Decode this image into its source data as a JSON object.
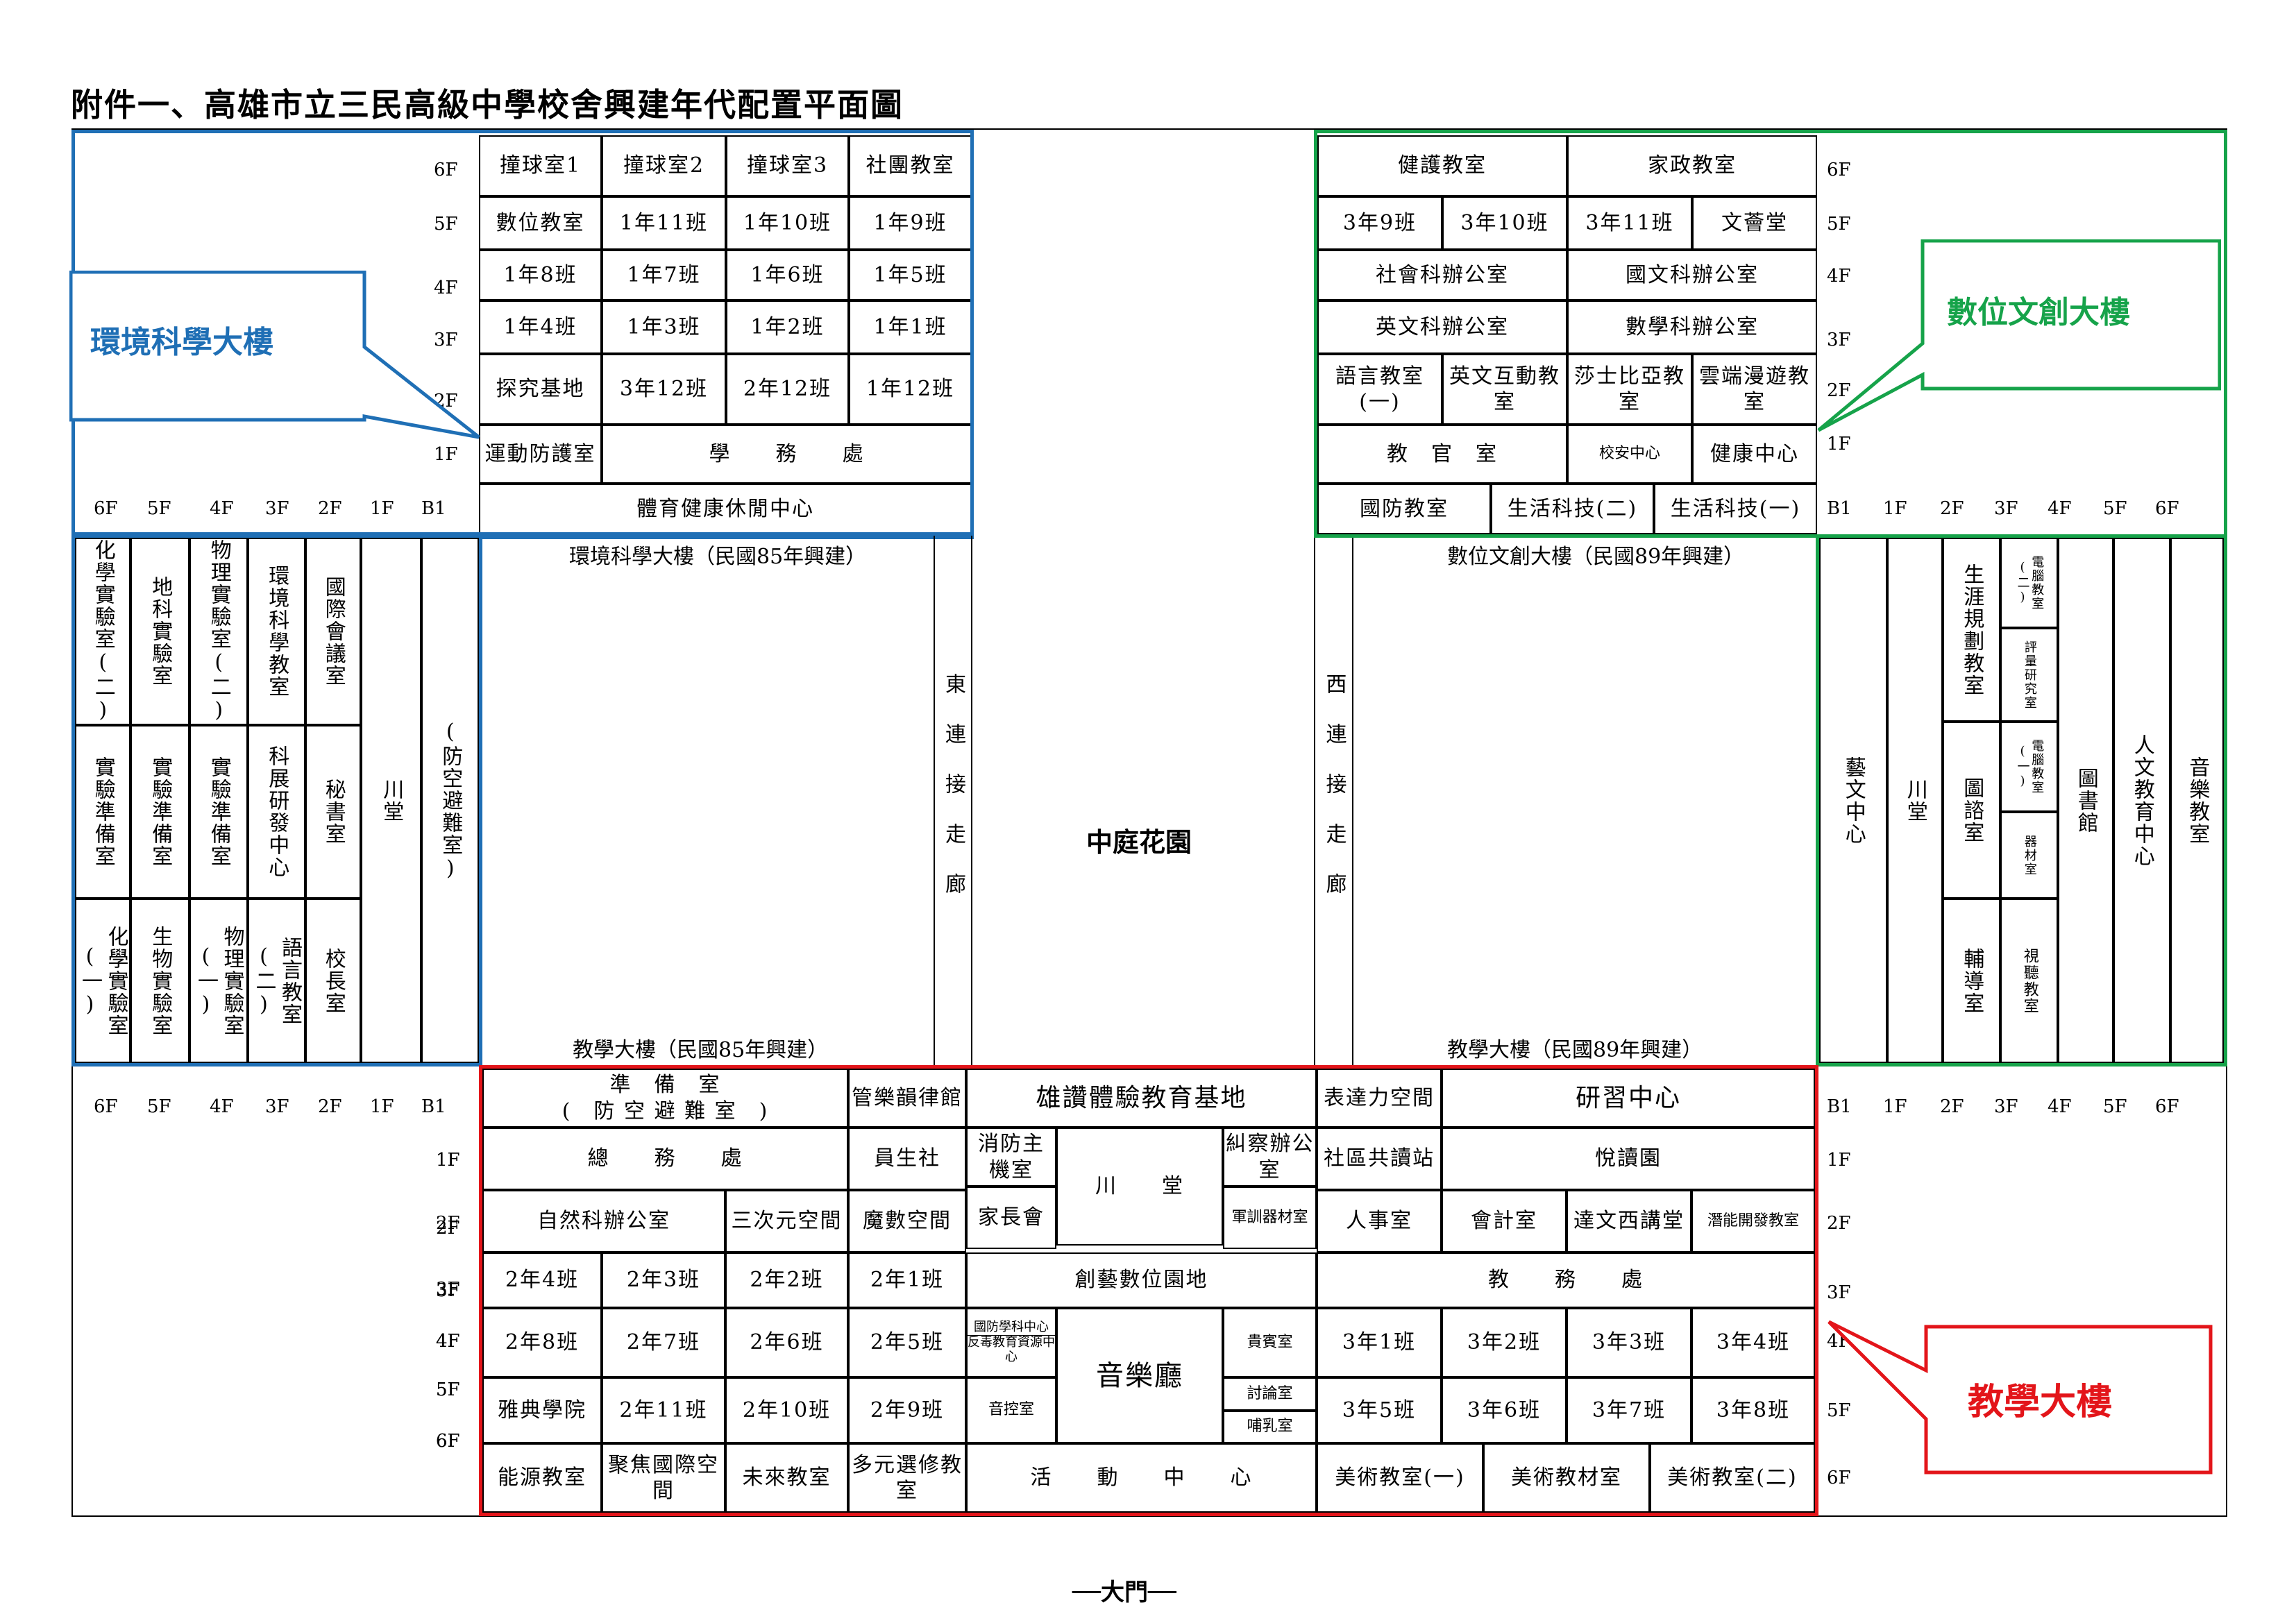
{
  "title": "附件一、高雄市立三民高級中學校舍興建年代配置平面圖",
  "gate": "──大門──",
  "courtyard": "中庭花園",
  "callouts": {
    "env": "環境科學大樓",
    "digital": "數位文創大樓",
    "teach": "教學大樓"
  },
  "floors": {
    "6F": "6F",
    "5F": "5F",
    "4F": "4F",
    "3F": "3F",
    "2F": "2F",
    "1F": "1F",
    "B1": "B1"
  },
  "env": {
    "r6": [
      "撞球室1",
      "撞球室2",
      "撞球室3",
      "社團教室"
    ],
    "r5": [
      "數位教室",
      "1年11班",
      "1年10班",
      "1年9班"
    ],
    "r4": [
      "1年8班",
      "1年7班",
      "1年6班",
      "1年5班"
    ],
    "r3": [
      "1年4班",
      "1年3班",
      "1年2班",
      "1年1班"
    ],
    "r2": [
      "探究基地",
      "3年12班",
      "2年12班",
      "1年12班"
    ],
    "r1a": "運動防護室",
    "r1b": "學　　務　　處",
    "b1": "體育健康休閒中心",
    "built": "環境科學大樓（民國85年興建）",
    "teachbuilt": "教學大樓（民國85年興建）",
    "eastcorridor": "東連接走廊"
  },
  "west": {
    "top": [
      "化學實驗室(二)",
      "地科實驗室",
      "物理實驗室(二)",
      "環境科學教室",
      "國際會議室"
    ],
    "mid": [
      "實驗準備室",
      "實驗準備室",
      "實驗準備室",
      "科展研發中心",
      "秘書室"
    ],
    "bot": [
      "化學實驗室(一)",
      "生物實驗室",
      "物理實驗室(一)",
      "語言教室(二)",
      "校長室"
    ],
    "chuan": "川堂",
    "shelter": "(防空避難室)"
  },
  "dig": {
    "r6": [
      "健護教室",
      "家政教室"
    ],
    "r5": [
      "3年9班",
      "3年10班",
      "3年11班",
      "文薈堂"
    ],
    "r4": [
      "社會科辦公室",
      "國文科辦公室"
    ],
    "r3": [
      "英文科辦公室",
      "數學科辦公室"
    ],
    "r2": [
      "語言教室(一)",
      "英文互動教室",
      "莎士比亞教室",
      "雲端漫遊教室"
    ],
    "r1": [
      "教　官　室",
      "校安中心",
      "健康中心"
    ],
    "b1": [
      "國防教室",
      "生活科技(二)",
      "生活科技(一)"
    ],
    "built": "數位文創大樓（民國89年興建）",
    "teachbuilt": "教學大樓（民國89年興建）",
    "westcorridor": "西連接走廊"
  },
  "east": {
    "art": "藝文中心",
    "chuan": "川堂",
    "career": "生涯規劃教室",
    "comp2": "電腦教室(二)",
    "eval": "評量研究室",
    "comp1": "電腦教室(一)",
    "equip": "器材室",
    "library": "圖書館",
    "humanities": "人文教育中心",
    "music": "音樂教室",
    "reading": "圖諮室",
    "counsel": "輔導室",
    "av": "視聽教室"
  },
  "teach": {
    "shelter1": "準　備　室",
    "shelter2": "(　防 空 避 難 室　)",
    "band": "管樂韻律館",
    "base": "雄讚體驗教育基地",
    "express": "表達力空間",
    "training": "研習中心",
    "general": "總　　務　　處",
    "coop": "員生社",
    "fire": "消防主機室",
    "hall": "川　　堂",
    "discipline": "糾察辦公室",
    "community": "社區共讀站",
    "joy": "悅讀園",
    "science": "自然科辦公室",
    "3d": "三次元空間",
    "magic": "魔數空間",
    "parents": "家長會",
    "military": "軍訓器材室",
    "personnel": "人事室",
    "accounting": "會計室",
    "daven": "達文西講堂",
    "potential": "潛能開發教室",
    "r3w": [
      "2年4班",
      "2年3班",
      "2年2班",
      "2年1班"
    ],
    "creative": "創藝數位園地",
    "academic": "教　　務　　處",
    "r4w": [
      "2年8班",
      "2年7班",
      "2年6班",
      "2年5班"
    ],
    "nds": "國防學科中心",
    "anti": "反毒教育資源中心",
    "musichall": "音樂廳",
    "guest": "貴賓室",
    "r4e": [
      "3年1班",
      "3年2班",
      "3年3班",
      "3年4班"
    ],
    "athens": "雅典學院",
    "r5w": [
      "2年11班",
      "2年10班",
      "2年9班"
    ],
    "sound": "音控室",
    "discuss": "討論室",
    "nursing": "哺乳室",
    "r5e": [
      "3年5班",
      "3年6班",
      "3年7班",
      "3年8班"
    ],
    "energy": "能源教室",
    "focus": "聚焦國際空間",
    "future": "未來教室",
    "multi": "多元選修教室",
    "activity": "活　　動　　中　　心",
    "art1": "美術教室(一)",
    "artmat": "美術教材室",
    "art2": "美術教室(二)"
  },
  "colors": {
    "blue": "#1f6fb5",
    "green": "#16a34a",
    "red": "#e3151a"
  }
}
